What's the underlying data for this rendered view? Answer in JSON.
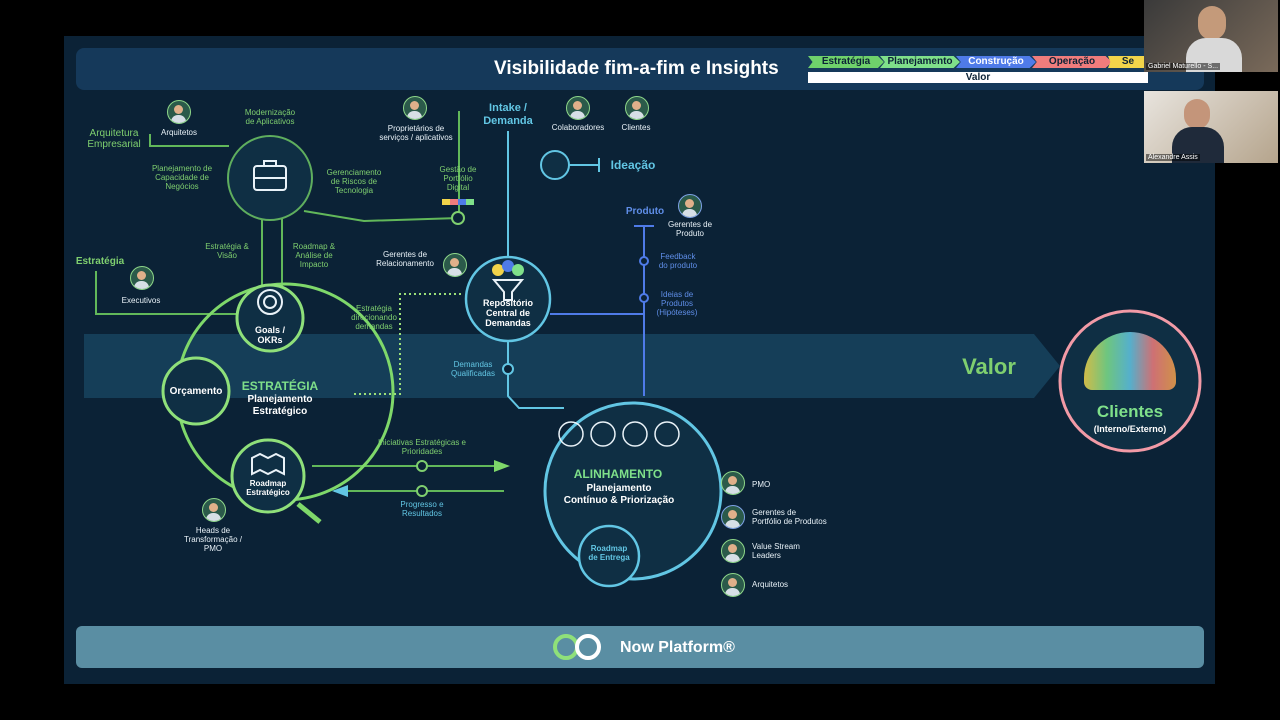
{
  "header": {
    "title": "Visibilidade fim-a-fim e Insights",
    "phases": [
      {
        "label": "Estratégia",
        "color": "#6fd16b"
      },
      {
        "label": "Planejamento",
        "color": "#7fe08a"
      },
      {
        "label": "Construção",
        "color": "#4f7be8"
      },
      {
        "label": "Operação",
        "color": "#f07c7c"
      },
      {
        "label": "Se",
        "color": "#f2d44a"
      }
    ],
    "valor_bar": "Valor"
  },
  "labels": {
    "arquitetura": "Arquitetura\nEmpresarial",
    "arquitetos_top": "Arquitetos",
    "modernizacao": "Modernização\nde Aplicativos",
    "planejamento_capacidade": "Planejamento de\nCapacidade de\nNegócios",
    "gerenciamento_riscos": "Gerenciamento\nde Riscos de\nTecnologia",
    "proprietarios": "Proprietários de\nserviços / aplicativos",
    "intake": "Intake /\nDemanda",
    "colaboradores": "Colaboradores",
    "clientes_small": "Clientes",
    "ideacao": "Ideação",
    "gestao_portfolio": "Gestão de\nPortfólio\nDigital",
    "produto": "Produto",
    "gerentes_produto": "Gerentes de\nProduto",
    "estrategia_side": "Estratégia",
    "executivos": "Executivos",
    "estrategia_visao": "Estratégia &\nVisão",
    "roadmap_analise": "Roadmap &\nAnálise de\nImpacto",
    "gerentes_relacionamento": "Gerentes de\nRelacionamento",
    "feedback_produto": "Feedback\ndo produto",
    "ideias_produtos": "Ideias de\nProdutos\n(Hipóteses)",
    "goals_okrs": "Goals /\nOKRs",
    "estrategia_direcionando": "Estratégia\ndirecionando\ndemandas",
    "repositorio": "Repositório\nCentral de\nDemandas",
    "valor": "Valor",
    "orcamento": "Orçamento",
    "estrategia_title": "ESTRATÉGIA",
    "estrategia_sub": "Planejamento\nEstratégico",
    "demandas_qualificadas": "Demandas\nQualificadas",
    "clientes_big": "Clientes",
    "clientes_sub": "(Interno/Externo)",
    "iniciativas": "Iniciativas Estratégicas e\nPrioridades",
    "roadmap_estrategico": "Roadmap\nEstratégico",
    "progresso": "Progresso e\nResultados",
    "alinhamento_title": "ALINHAMENTO",
    "alinhamento_sub": "Planejamento\nContínuo & Priorização",
    "pmo": "PMO",
    "gerentes_portfolio": "Gerentes de\nPortfólio de Produtos",
    "value_stream": "Value Stream\nLeaders",
    "arquitetos_right": "Arquitetos",
    "heads": "Heads de\nTransformação /\nPMO",
    "roadmap_entrega": "Roadmap\nde Entrega"
  },
  "footer": {
    "label": "Now Platform®",
    "logo_icon": "now-logo-icon"
  },
  "participants": [
    {
      "name": "Gabriel Maturello - S..."
    },
    {
      "name": "Alexandre Assis"
    }
  ],
  "colors": {
    "bg": "#0b2236",
    "green": "#7fcf6f",
    "blue": "#5f8ee8",
    "teal": "#62c6e4",
    "pink": "#f29aa6"
  }
}
